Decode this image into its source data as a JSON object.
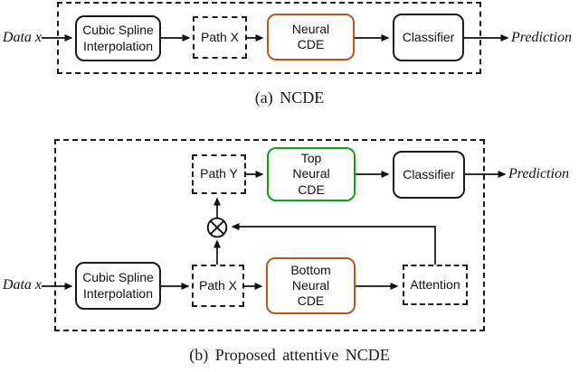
{
  "figure": {
    "colors": {
      "box_black": "#1a1a1a",
      "ncde_orange": "#b5571d",
      "ncde_green": "#12a312",
      "background": "#ffffff"
    },
    "panel_a": {
      "caption": "(a) NCDE",
      "input_label": "Data x",
      "output_label": "Prediction",
      "nodes": {
        "interpolation": "Cubic Spline\nInterpolation",
        "path_x": "Path X",
        "neural_cde": "Neural\nCDE",
        "classifier": "Classifier"
      }
    },
    "panel_b": {
      "caption": "(b) Proposed attentive NCDE",
      "input_label": "Data x",
      "output_label": "Prediction",
      "nodes": {
        "interpolation": "Cubic Spline\nInterpolation",
        "path_x": "Path X",
        "path_y": "Path Y",
        "top_neural_cde": "Top\nNeural\nCDE",
        "bottom_neural_cde": "Bottom\nNeural\nCDE",
        "attention": "Attention",
        "classifier": "Classifier",
        "multiply_operator": "⊗"
      }
    }
  }
}
